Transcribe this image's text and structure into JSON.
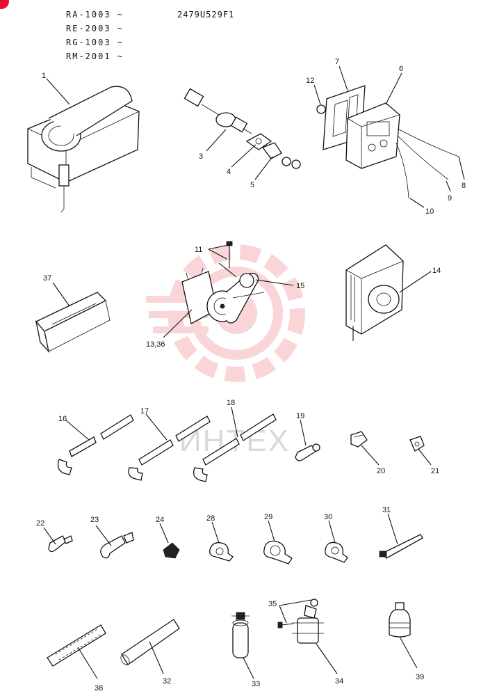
{
  "header": {
    "models": [
      "RA-1003 ~",
      "RE-2003 ~",
      "RG-1003 ~",
      "RM-2001 ~"
    ],
    "drawing_number": "2479U529F1"
  },
  "watermark": {
    "text": "ИНТЕХ",
    "color": "#f4a0a6"
  },
  "accent_color": "#e8112d",
  "callouts": [
    {
      "id": "c1",
      "label": "1"
    },
    {
      "id": "c3",
      "label": "3"
    },
    {
      "id": "c4",
      "label": "4"
    },
    {
      "id": "c5",
      "label": "5"
    },
    {
      "id": "c12",
      "label": "12"
    },
    {
      "id": "c7",
      "label": "7"
    },
    {
      "id": "c6",
      "label": "6"
    },
    {
      "id": "c8",
      "label": "8"
    },
    {
      "id": "c9",
      "label": "9"
    },
    {
      "id": "c10",
      "label": "10"
    },
    {
      "id": "c37",
      "label": "37"
    },
    {
      "id": "c11",
      "label": "11"
    },
    {
      "id": "c15",
      "label": "15"
    },
    {
      "id": "c14",
      "label": "14"
    },
    {
      "id": "c1336",
      "label": "13,36"
    },
    {
      "id": "c16",
      "label": "16"
    },
    {
      "id": "c17",
      "label": "17"
    },
    {
      "id": "c18",
      "label": "18"
    },
    {
      "id": "c19",
      "label": "19"
    },
    {
      "id": "c20",
      "label": "20"
    },
    {
      "id": "c21",
      "label": "21"
    },
    {
      "id": "c22",
      "label": "22"
    },
    {
      "id": "c23",
      "label": "23"
    },
    {
      "id": "c24",
      "label": "24"
    },
    {
      "id": "c28",
      "label": "28"
    },
    {
      "id": "c29",
      "label": "29"
    },
    {
      "id": "c30",
      "label": "30"
    },
    {
      "id": "c31",
      "label": "31"
    },
    {
      "id": "c38",
      "label": "38"
    },
    {
      "id": "c32",
      "label": "32"
    },
    {
      "id": "c33",
      "label": "33"
    },
    {
      "id": "c34",
      "label": "34"
    },
    {
      "id": "c35",
      "label": "35"
    },
    {
      "id": "c39",
      "label": "39"
    }
  ]
}
